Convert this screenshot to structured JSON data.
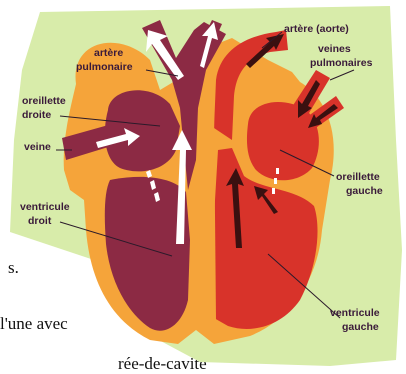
{
  "labels": {
    "artere_aorte": "artère (aorte)",
    "veines_pulmonaires_1": "veines",
    "veines_pulmonaires_2": "pulmonaires",
    "artere_pulmonaire_1": "artère",
    "artere_pulmonaire_2": "pulmonaire",
    "oreillette_droite_1": "oreillette",
    "oreillette_droite_2": "droite",
    "veine": "veine",
    "oreillette_gauche_1": "oreillette",
    "oreillette_gauche_2": "gauche",
    "ventricule_droit_1": "ventricule",
    "ventricule_droit_2": "droit",
    "ventricule_gauche_1": "ventricule",
    "ventricule_gauche_2": "gauche"
  },
  "background_text": {
    "line1": "s.",
    "line2": "l'une avec",
    "line3": "rée-de-cavité"
  },
  "colors": {
    "paper": "#d8ecaa",
    "wall_orange": "#f5a43a",
    "right_side": "#8c2a44",
    "left_side": "#d8332a",
    "septum": "#f5a43a"
  }
}
